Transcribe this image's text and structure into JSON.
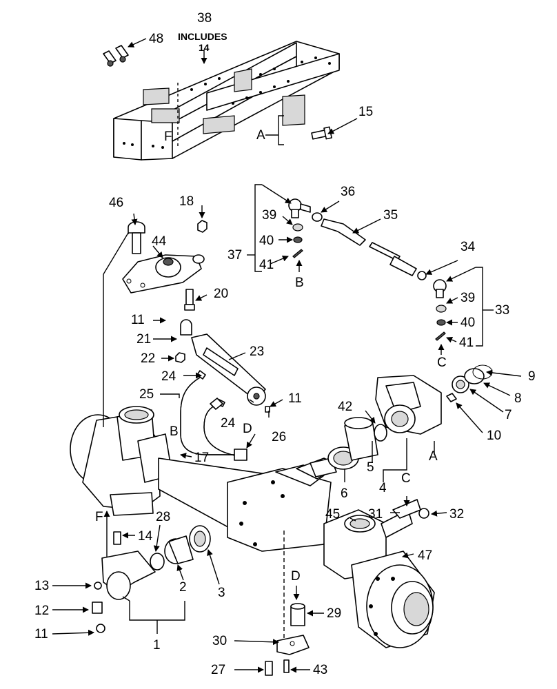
{
  "labels": {
    "l1": "1",
    "l2": "2",
    "l3": "3",
    "l4": "4",
    "l5": "5",
    "l6": "6",
    "l7": "7",
    "l8": "8",
    "l9": "9",
    "l10": "10",
    "l11a": "11",
    "l11b": "11",
    "l11c": "11",
    "l12": "12",
    "l13": "13",
    "l14a": "14",
    "l14b": "14",
    "l15": "15",
    "l17": "17",
    "l18": "18",
    "l20": "20",
    "l21": "21",
    "l22": "22",
    "l23": "23",
    "l24a": "24",
    "l24b": "24",
    "l25": "25",
    "l26": "26",
    "l27": "27",
    "l28": "28",
    "l29": "29",
    "l30": "30",
    "l31": "31",
    "l32": "32",
    "l33": "33",
    "l34": "34",
    "l35": "35",
    "l36": "36",
    "l37": "37",
    "l38": "38",
    "l39a": "39",
    "l39b": "39",
    "l40a": "40",
    "l40b": "40",
    "l41a": "41",
    "l41b": "41",
    "l42": "42",
    "l43": "43",
    "l44": "44",
    "l45": "45",
    "l46": "46",
    "l47": "47",
    "l48": "48",
    "includes": "INCLUDES",
    "refA1": "A",
    "refA2": "A",
    "refB1": "B",
    "refB2": "B",
    "refC1": "C",
    "refC2": "C",
    "refD1": "D",
    "refD2": "D",
    "refF1": "F",
    "refF2": "F"
  }
}
